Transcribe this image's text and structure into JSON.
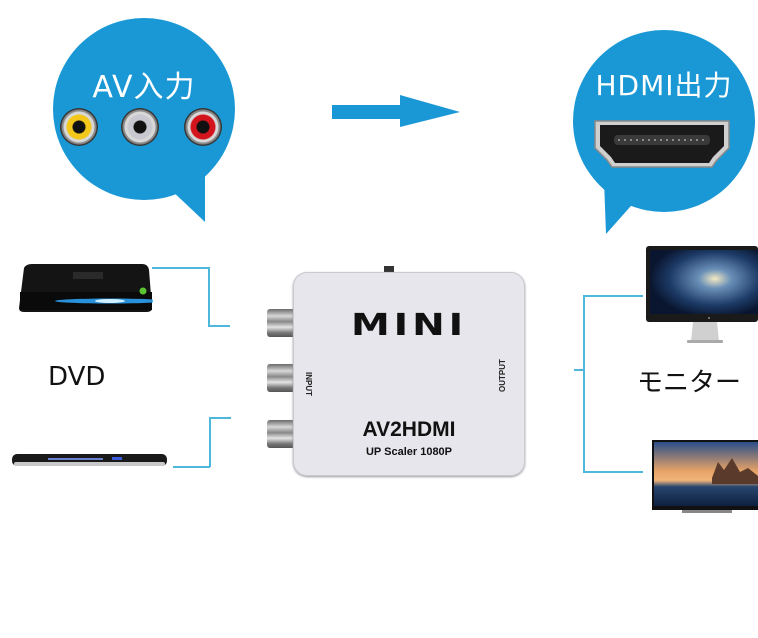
{
  "input_bubble": {
    "title": "AV入力",
    "jacks": [
      {
        "name": "yellow",
        "color": "#f3c81a"
      },
      {
        "name": "white",
        "color": "#c8c8d0"
      },
      {
        "name": "red",
        "color": "#d4141c"
      }
    ]
  },
  "output_bubble": {
    "title": "HDMI出力"
  },
  "colors": {
    "accent": "#1a98d5",
    "connector_line": "#4db8dc"
  },
  "left_group": {
    "label": "DVD",
    "devices": [
      "set-top-box",
      "dvd-player"
    ]
  },
  "right_group": {
    "label": "モニター",
    "devices": [
      "desktop-monitor",
      "flat-tv"
    ]
  },
  "converter": {
    "brand": "MINI",
    "model": "AV2HDMI",
    "subtitle": "UP Scaler 1080P",
    "input_label": "INPUT",
    "output_label": "OUTPUT"
  }
}
